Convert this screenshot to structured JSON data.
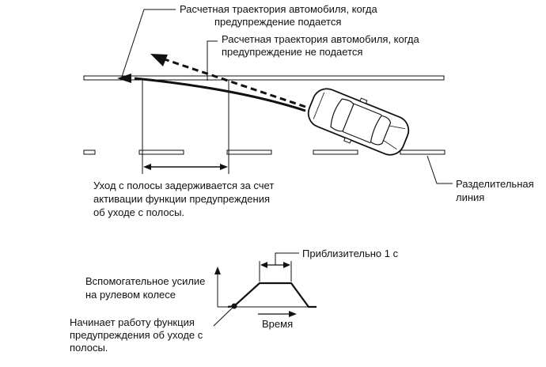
{
  "callouts": {
    "path_with_warning_line1": "Расчетная траектория автомобиля, когда",
    "path_with_warning_line2": "предупреждение подается",
    "path_without_warning_line1": "Расчетная траектория автомобиля, когда",
    "path_without_warning_line2": "предупреждение не подается",
    "delay_text": "Уход с полосы задерживается за счет\nактивации функции предупреждения\nоб уходе с полосы.",
    "divider_line": "Разделительная\nлиния"
  },
  "graph": {
    "approx_duration": "Приблизительно 1 с",
    "y_axis_label": "Вспомогательное усилие\nна рулевом колесе",
    "x_axis_label": "Время",
    "start_point_label": "Начинает работу функция\nпредупреждения об уходе с\nполосы."
  }
}
